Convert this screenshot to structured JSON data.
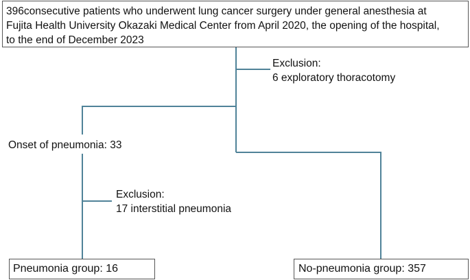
{
  "top_box": {
    "lines": [
      "396consecutive patients who underwent lung cancer surgery under general anesthesia at",
      "Fujita Health University Okazaki Medical Center from April 2020, the opening of the hospital,",
      "to the end of December 2023"
    ]
  },
  "exclusion1": {
    "title": "Exclusion:",
    "detail": "6 exploratory thoracotomy"
  },
  "onset": {
    "label": "Onset of pneumonia: 33"
  },
  "exclusion2": {
    "title": "Exclusion:",
    "detail": "17 interstitial pneumonia"
  },
  "pneumonia_group": {
    "label": "Pneumonia group: 16"
  },
  "no_pneumonia_group": {
    "label": "No-pneumonia group: 357"
  },
  "colors": {
    "connector": "#4f8298",
    "box_border": "#555555"
  }
}
